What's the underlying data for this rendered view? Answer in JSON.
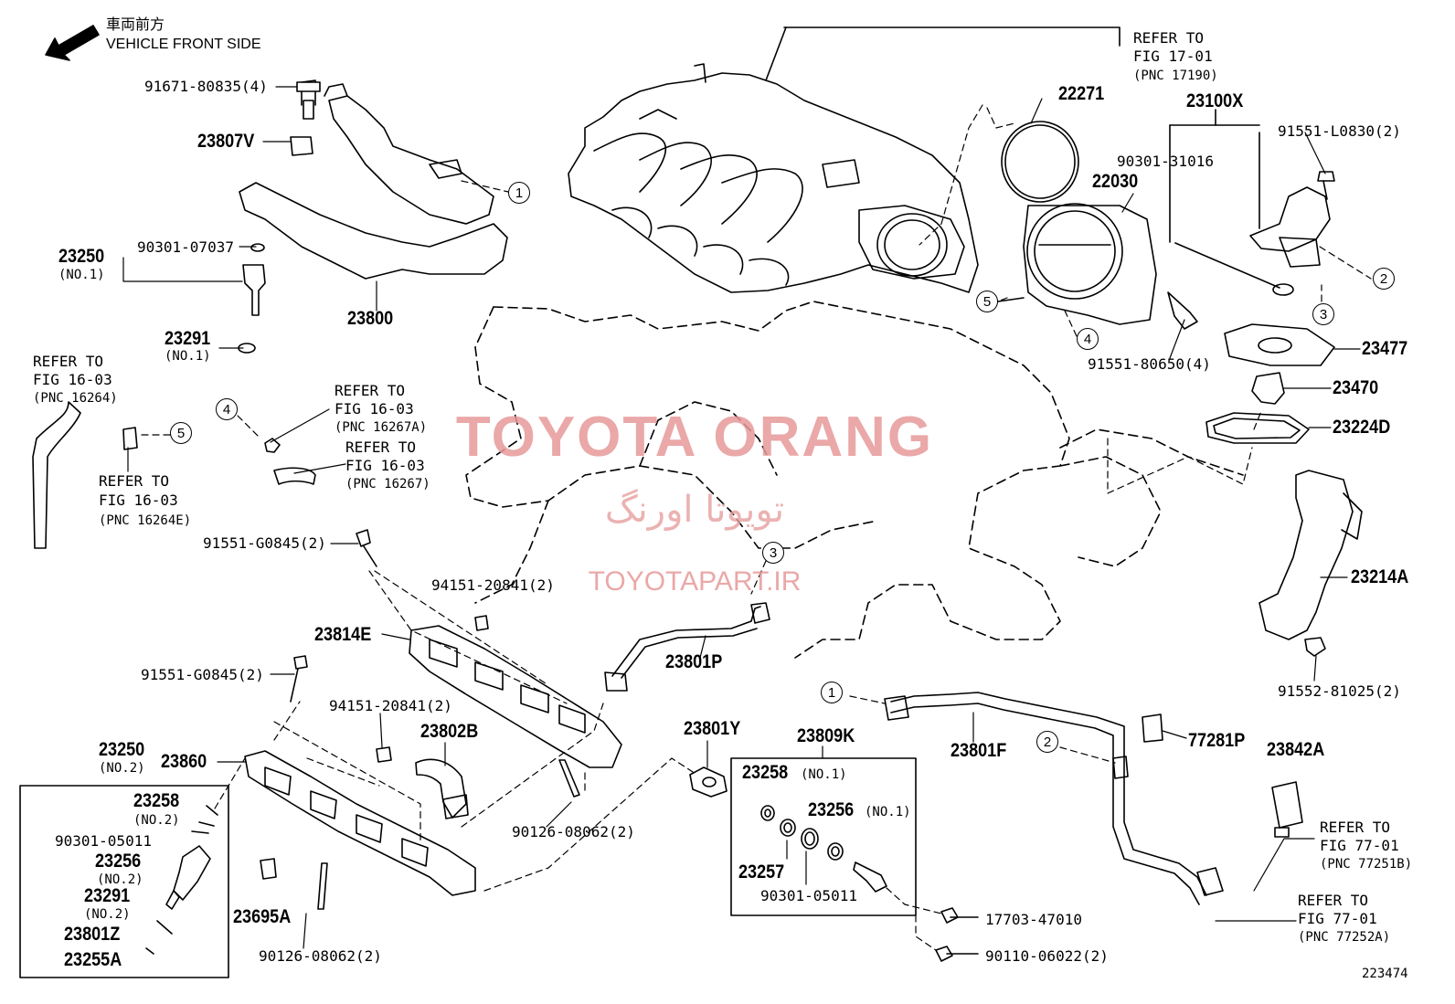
{
  "header": {
    "front_jp": "車両前方",
    "front_en": "VEHICLE FRONT SIDE"
  },
  "watermark": {
    "title": "TOYOTA ORANG",
    "persian": "تویوتا اورنگ",
    "url": "TOYOTAPART.IR"
  },
  "labels": {
    "p91671": "91671-80835(4)",
    "p23807V": "23807V",
    "p23250_no1": "23250",
    "p23250_no1_sub": "(NO.1)",
    "p90301_07037": "90301-07037",
    "p23800": "23800",
    "p23291_no1": "23291",
    "p23291_no1_sub": "(NO.1)",
    "p22271": "22271",
    "p23100X": "23100X",
    "p91551_L0830": "91551-L0830(2)",
    "p90301_31016": "90301-31016",
    "p22030": "22030",
    "p91551_80650": "91551-80650(4)",
    "p23477": "23477",
    "p23470": "23470",
    "p23224D": "23224D",
    "p23214A": "23214A",
    "p91552_81025": "91552-81025(2)",
    "p91551_G0845a": "91551-G0845(2)",
    "p94151_20841a": "94151-20841(2)",
    "p23814E": "23814E",
    "p23801P": "23801P",
    "p91551_G0845b": "91551-G0845(2)",
    "p94151_20841b": "94151-20841(2)",
    "p23802B": "23802B",
    "p23250_no2": "23250",
    "p23250_no2_sub": "(NO.2)",
    "p23860": "23860",
    "p23801Y": "23801Y",
    "p23809K": "23809K",
    "p23258_no1": "23258",
    "p23258_no1_sub": "(NO.1)",
    "p23256_no1": "23256",
    "p23256_no1_sub": "(NO.1)",
    "p23257": "23257",
    "p90301_05011a": "90301-05011",
    "p90126_08062a": "90126-08062(2)",
    "p23801F": "23801F",
    "p77281P": "77281P",
    "p23842A": "23842A",
    "p23258_no2": "23258",
    "p23258_no2_sub": "(NO.2)",
    "p90301_05011b": "90301-05011",
    "p23256_no2": "23256",
    "p23256_no2_sub": "(NO.2)",
    "p23291_no2": "23291",
    "p23291_no2_sub": "(NO.2)",
    "p23801Z": "23801Z",
    "p23255A": "23255A",
    "p23695A": "23695A",
    "p90126_08062b": "90126-08062(2)",
    "p17703": "17703-47010",
    "p90110": "90110-06022(2)",
    "diagram_id": "223474"
  },
  "refs": {
    "r17_01": [
      "REFER TO",
      "FIG 17-01",
      "(PNC 17190)"
    ],
    "r16264": [
      "REFER TO",
      "FIG 16-03",
      "(PNC 16264)"
    ],
    "r16267A": [
      "REFER TO",
      "FIG 16-03",
      "(PNC 16267A)"
    ],
    "r16267": [
      "REFER TO",
      "FIG 16-03",
      "(PNC 16267)"
    ],
    "r16264E": [
      "REFER TO",
      "FIG 16-03",
      "(PNC 16264E)"
    ],
    "r77251B": [
      "REFER TO",
      "FIG 77-01",
      "(PNC 77251B)"
    ],
    "r77252A": [
      "REFER TO",
      "FIG 77-01",
      "(PNC 77252A)"
    ]
  },
  "callouts": [
    "1",
    "2",
    "3",
    "4",
    "5"
  ]
}
